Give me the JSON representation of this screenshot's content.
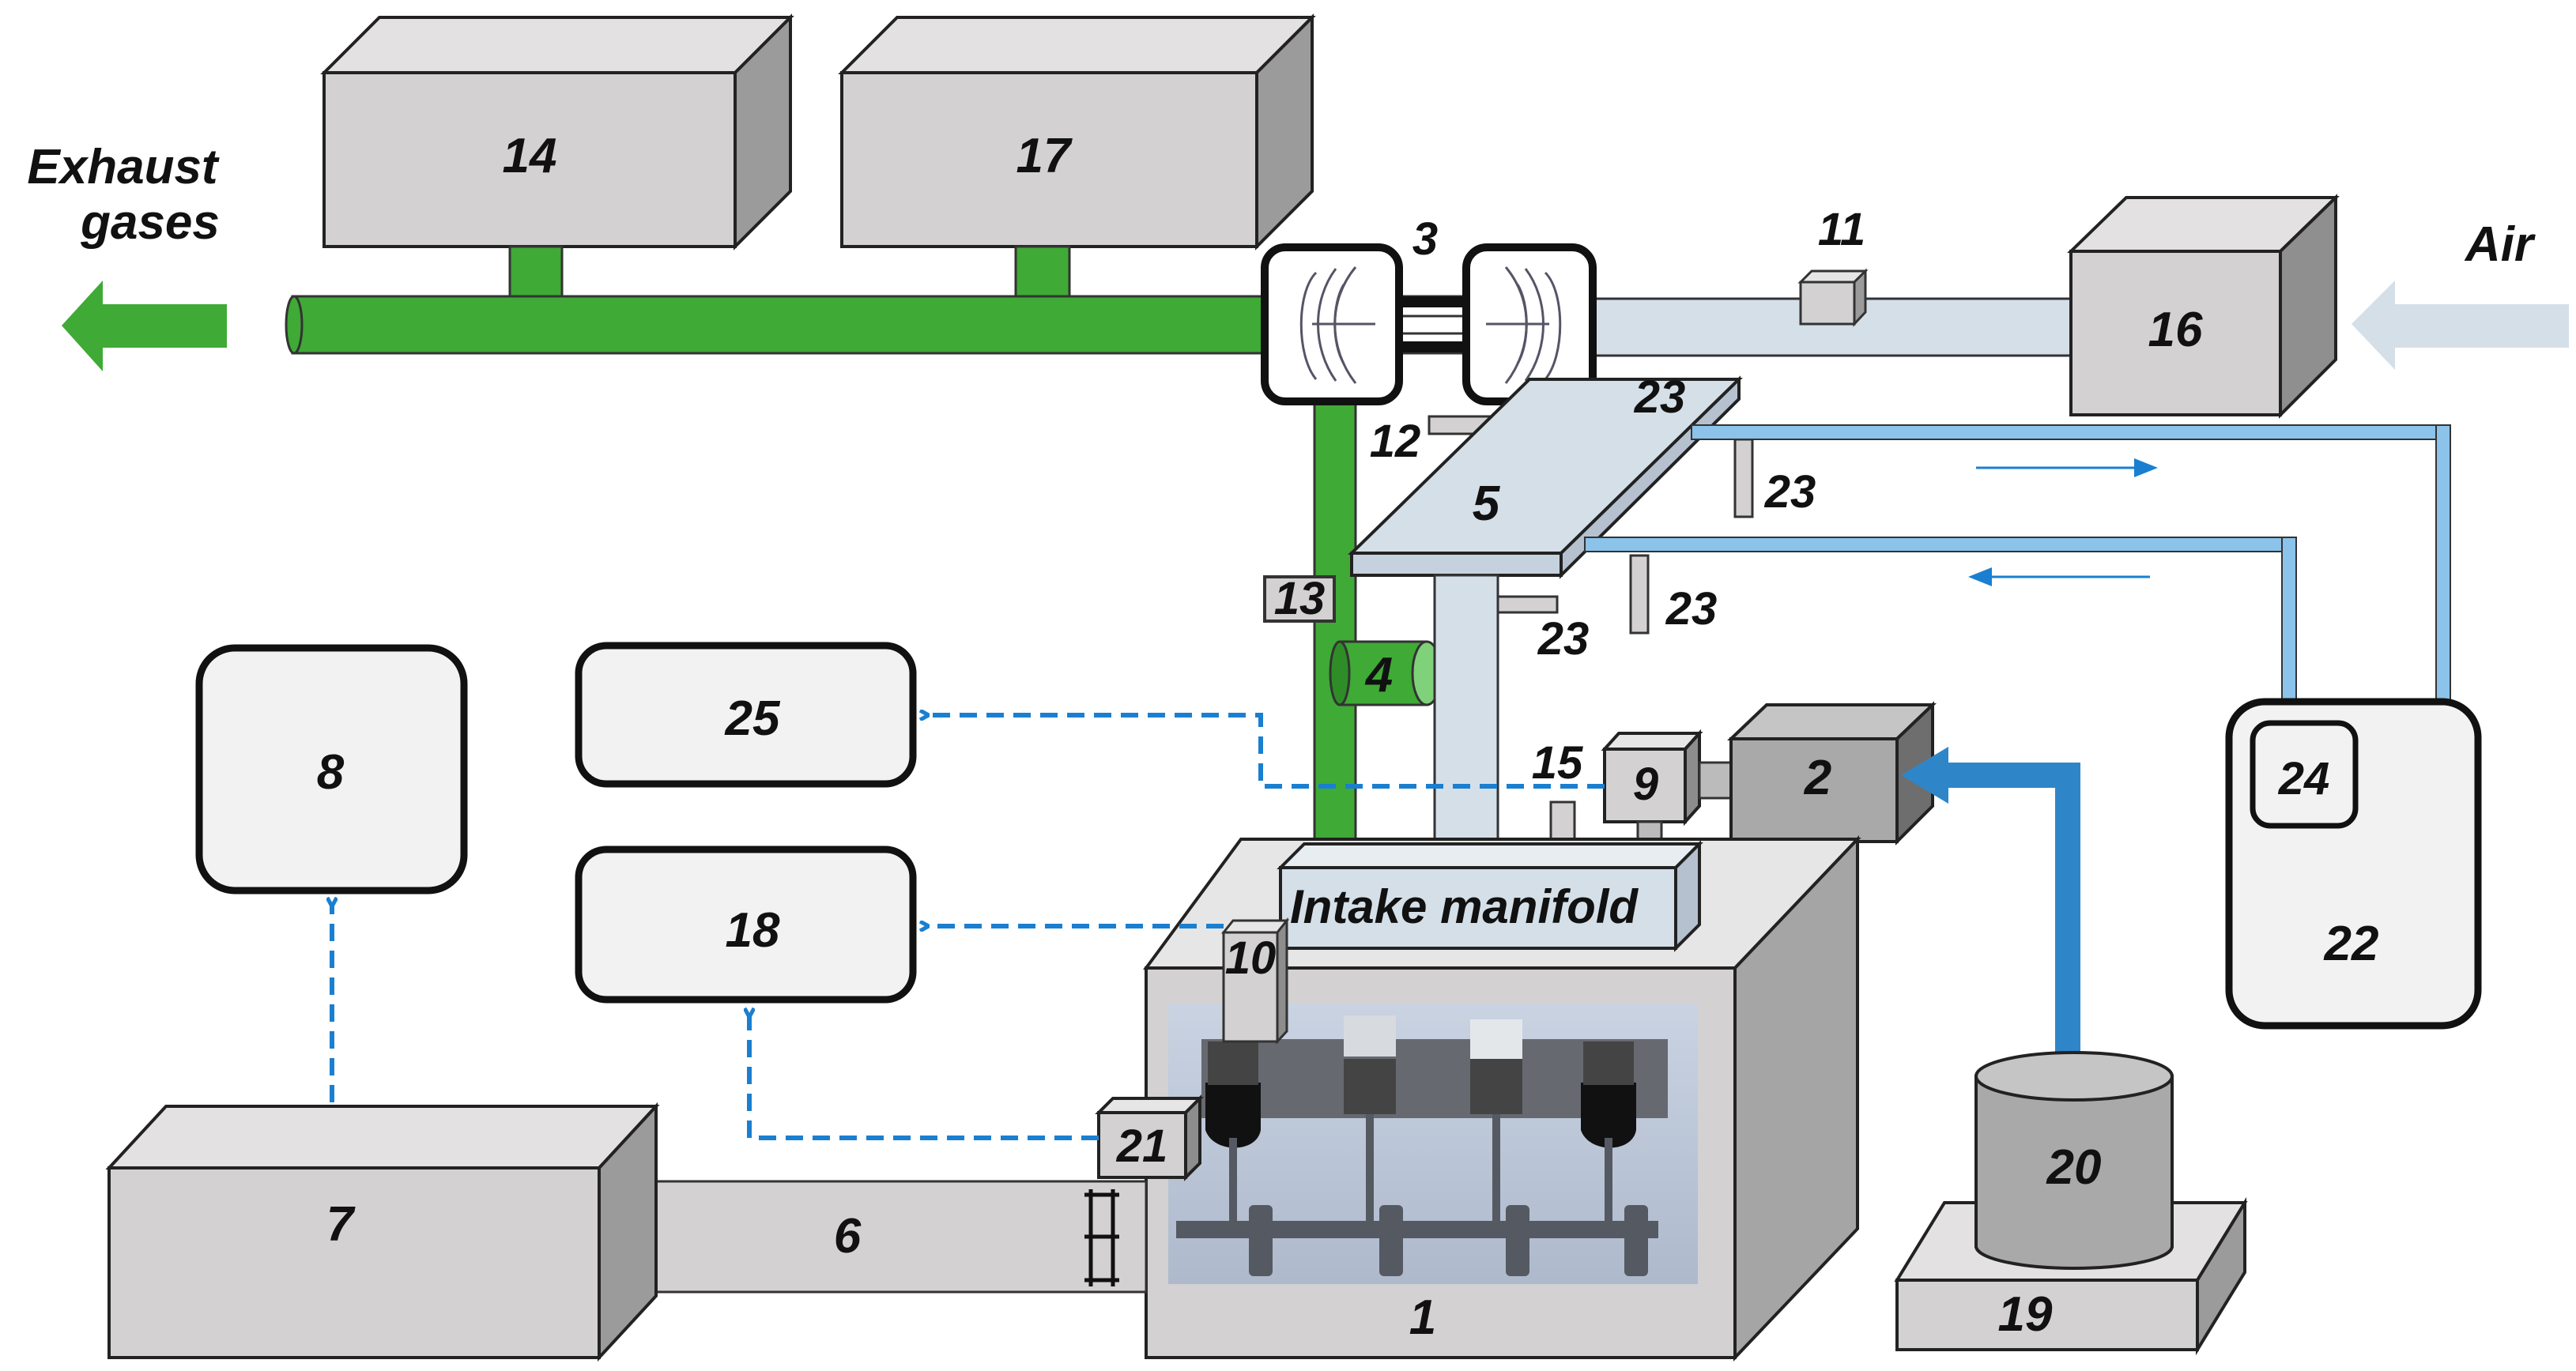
{
  "labels": {
    "exhaust_line1": "Exhaust",
    "exhaust_line2": "gases",
    "air": "Air",
    "intake_manifold": "Intake manifold",
    "n1": "1",
    "n2": "2",
    "n3": "3",
    "n4": "4",
    "n5": "5",
    "n6": "6",
    "n7": "7",
    "n8": "8",
    "n9": "9",
    "n10": "10",
    "n11": "11",
    "n12": "12",
    "n13": "13",
    "n14": "14",
    "n15": "15",
    "n16": "16",
    "n17": "17",
    "n18": "18",
    "n19": "19",
    "n20": "20",
    "n21": "21",
    "n22": "22",
    "n23": "23",
    "n24": "24",
    "n25": "25"
  },
  "colors": {
    "exhaust_green": "#3faa35",
    "air_pale_blue": "#d5dfe8",
    "coolant_blue": "#8cc3ea",
    "fuel_blue": "#2e86c8",
    "signal_blue": "#1a7fd0",
    "box_light": "#d3d1d2",
    "box_mid": "#a9a9a9",
    "box_dark": "#8d8d8d",
    "panel_light": "#f2f2f2"
  }
}
